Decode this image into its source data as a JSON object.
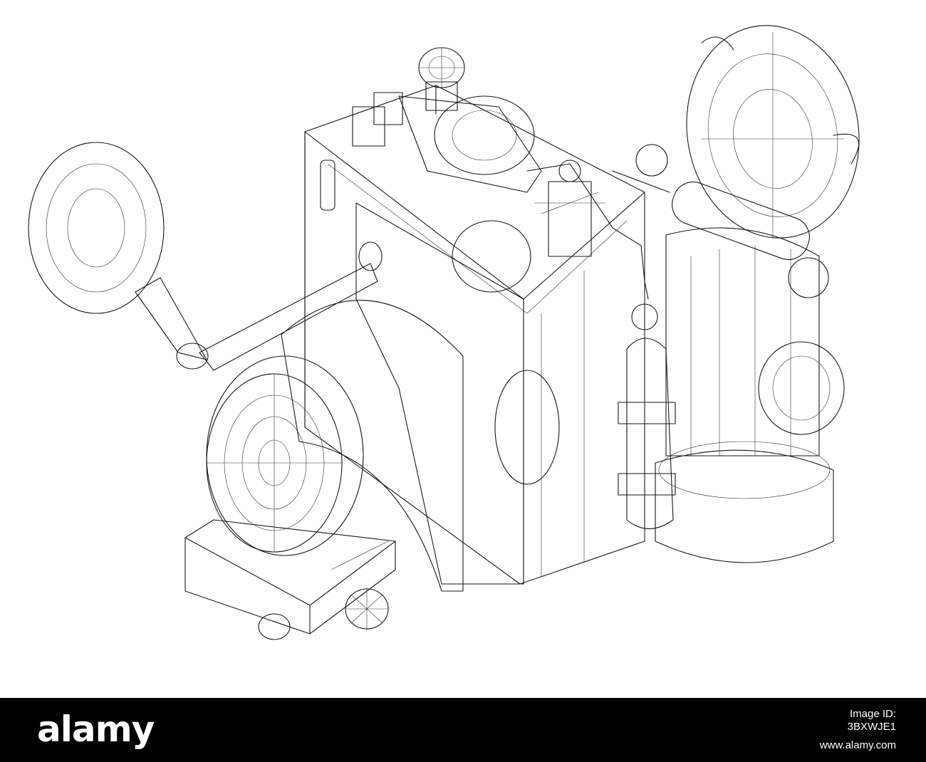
{
  "footer": {
    "brand": "alamy",
    "image_id_label": "Image ID:",
    "image_id": "3BXWJE1",
    "url": "www.alamy.com"
  },
  "colors": {
    "background": "#ffffff",
    "line": "#1a1a1a",
    "footer_bg": "#000000",
    "footer_text": "#ffffff"
  }
}
